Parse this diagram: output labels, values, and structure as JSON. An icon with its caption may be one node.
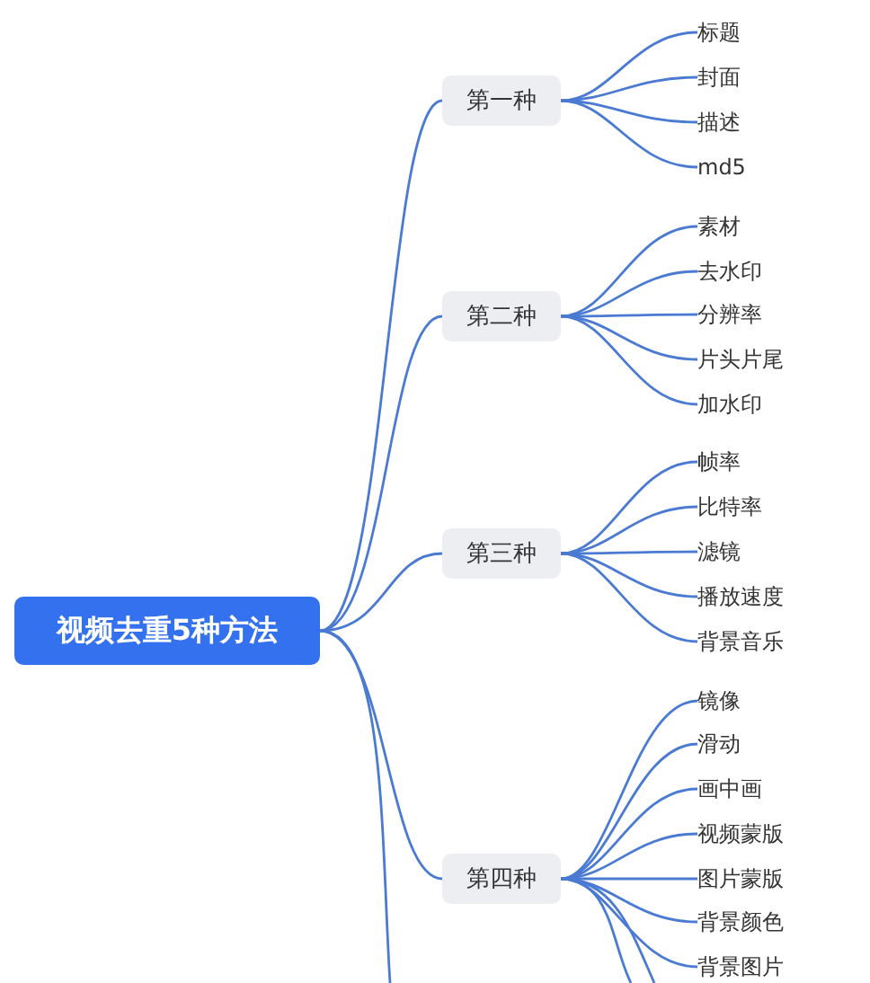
{
  "diagram": {
    "nodes": [
      {
        "text": [
          "视频去重5种方法"
        ]
      },
      {
        "text": [
          "第一种"
        ]
      },
      {
        "text": [
          "标题"
        ]
      },
      {
        "text": [
          "封面"
        ]
      },
      {
        "text": [
          "描述"
        ]
      },
      {
        "text": [
          "md5"
        ]
      },
      {
        "text": [
          "第二种"
        ]
      },
      {
        "text": [
          "素材"
        ]
      },
      {
        "text": [
          "去水印"
        ]
      },
      {
        "text": [
          "分辨率"
        ]
      },
      {
        "text": [
          "片头片尾"
        ]
      },
      {
        "text": [
          "加水印"
        ]
      },
      {
        "text": [
          "第三种"
        ]
      },
      {
        "text": [
          "帧率"
        ]
      },
      {
        "text": [
          "比特率"
        ]
      },
      {
        "text": [
          "滤镜"
        ]
      },
      {
        "text": [
          "播放速度"
        ]
      },
      {
        "text": [
          "背景音乐"
        ]
      },
      {
        "text": [
          "第四种"
        ]
      },
      {
        "text": [
          "镜像"
        ]
      },
      {
        "text": [
          "滑动"
        ]
      },
      {
        "text": [
          "画中画"
        ]
      },
      {
        "text": [
          "视频蒙版"
        ]
      },
      {
        "text": [
          "图片蒙版"
        ]
      },
      {
        "text": [
          "背景颜色"
        ]
      },
      {
        "text": [
          "背景图片"
        ]
      }
    ],
    "edges": [
      {
        "from": 0,
        "to": 1,
        "arrow": "none"
      },
      {
        "from": 0,
        "to": 6,
        "arrow": "none"
      },
      {
        "from": 0,
        "to": 12,
        "arrow": "none"
      },
      {
        "from": 0,
        "to": 18,
        "arrow": "none"
      },
      {
        "from": 0,
        "to": null,
        "arrow": "none"
      },
      {
        "from": 1,
        "to": 2,
        "arrow": "none"
      },
      {
        "from": 1,
        "to": 3,
        "arrow": "none"
      },
      {
        "from": 1,
        "to": 4,
        "arrow": "none"
      },
      {
        "from": 1,
        "to": 5,
        "arrow": "none"
      },
      {
        "from": 6,
        "to": 7,
        "arrow": "none"
      },
      {
        "from": 6,
        "to": 8,
        "arrow": "none"
      },
      {
        "from": 6,
        "to": 9,
        "arrow": "none"
      },
      {
        "from": 6,
        "to": 10,
        "arrow": "none"
      },
      {
        "from": 6,
        "to": 11,
        "arrow": "none"
      },
      {
        "from": 12,
        "to": 13,
        "arrow": "none"
      },
      {
        "from": 12,
        "to": 14,
        "arrow": "none"
      },
      {
        "from": 12,
        "to": 15,
        "arrow": "none"
      },
      {
        "from": 12,
        "to": 16,
        "arrow": "none"
      },
      {
        "from": 12,
        "to": 17,
        "arrow": "none"
      },
      {
        "from": 18,
        "to": 19,
        "arrow": "none"
      },
      {
        "from": 18,
        "to": 20,
        "arrow": "none"
      },
      {
        "from": 18,
        "to": 21,
        "arrow": "none"
      },
      {
        "from": 18,
        "to": 22,
        "arrow": "none"
      },
      {
        "from": 18,
        "to": 23,
        "arrow": "none"
      },
      {
        "from": 18,
        "to": 24,
        "arrow": "none"
      },
      {
        "from": 18,
        "to": 25,
        "arrow": "none"
      },
      {
        "from": 18,
        "to": null,
        "arrow": "none"
      },
      {
        "from": 18,
        "to": null,
        "arrow": "none"
      }
    ]
  }
}
